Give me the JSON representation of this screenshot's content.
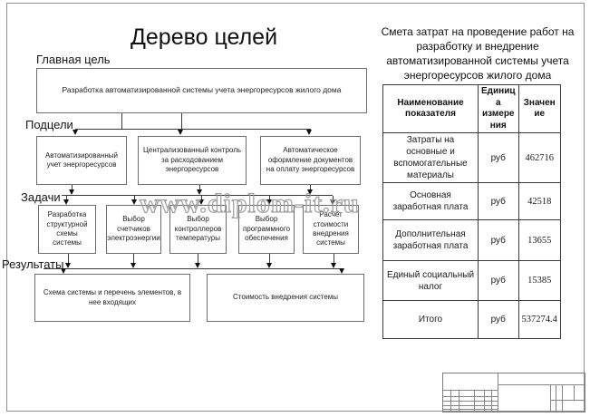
{
  "page": {
    "diagram_title": "Дерево целей",
    "watermark": "www.diplom-it.ru"
  },
  "tree": {
    "labels": {
      "main": "Главная цель",
      "subgoals": "Подцели",
      "tasks": "Задачи",
      "results": "Результаты"
    },
    "main_goal": "Разработка автоматизированной системы учета энергоресурсов жилого дома",
    "subgoals": [
      "Автоматизированный учет энергоресурсов",
      "Централизованный контроль за расходованием энергоресурсов",
      "Автоматическое оформление документов на оплату энергоресурсов"
    ],
    "tasks": [
      "Разработка структурной схемы системы",
      "Выбор счетчиков электроэнергии",
      "Выбор контроллеров температуры",
      "Выбор программного обеспечения",
      "Расчет стоимости внедрения системы"
    ],
    "results": [
      "Схема системы и перечень элементов, в нее входящих",
      "Стоимость внедрения системы"
    ]
  },
  "estimate_table": {
    "title": "Смета затрат на проведение работ на\nразработку и внедрение\nавтоматизированной системы учета\nэнергоресурсов жилого дома",
    "headers": {
      "name": "Наименование\nпоказателя",
      "unit": "Единиц\nа\nизмере\nния",
      "value": "Значен\nие"
    },
    "rows": [
      {
        "name": "Затраты на основные и вспомогательные материалы",
        "unit": "руб",
        "value": "462716"
      },
      {
        "name": "Основная заработная плата",
        "unit": "руб",
        "value": "42518"
      },
      {
        "name": "Дополнительная заработная плата",
        "unit": "руб",
        "value": "13655"
      },
      {
        "name": "Единый социальный налог",
        "unit": "руб",
        "value": "15385"
      },
      {
        "name": "Итого",
        "unit": "руб",
        "value": "537274.4"
      }
    ]
  }
}
